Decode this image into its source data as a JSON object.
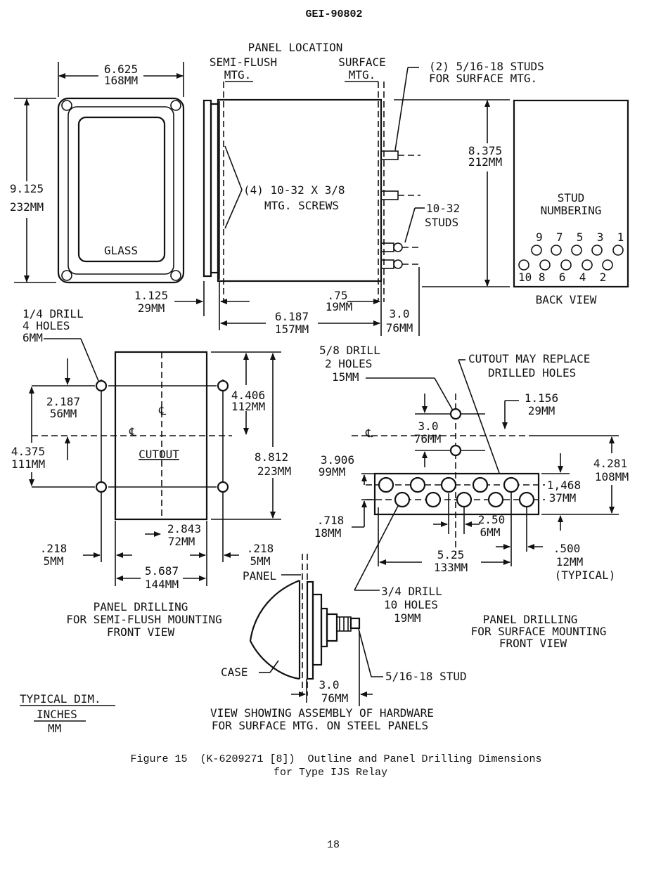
{
  "header": {
    "doc_id": "GEI-90802"
  },
  "top": {
    "panel_location": "PANEL LOCATION",
    "semi_flush_1": "SEMI-FLUSH",
    "semi_flush_2": "MTG.",
    "surface_1": "SURFACE",
    "surface_2": "MTG.",
    "studs_1": "(2) 5/16-18 STUDS",
    "studs_2": "FOR SURFACE MTG.",
    "width_in": "6.625",
    "width_mm": "168MM",
    "height_in": "9.125",
    "height_mm": "232MM",
    "glass": "GLASS",
    "screws_1": "(4) 10-32 X 3/8",
    "screws_2": "MTG. SCREWS",
    "studs1032_1": "10-32",
    "studs1032_2": "STUDS",
    "side_h_in": "8.375",
    "side_h_mm": "212MM",
    "flange_in": "1.125",
    "flange_mm": "29MM",
    "depth_in": "6.187",
    "depth_mm": "157MM",
    "d75_in": ".75",
    "d75_mm": "19MM",
    "d3_in": "3.0",
    "d3_mm": "76MM",
    "stud_numbering_1": "STUD",
    "stud_numbering_2": "NUMBERING",
    "top_row": "9  7  5  3  1",
    "bottom_row": "10 8  6  4  2",
    "back_view": "BACK VIEW"
  },
  "left": {
    "drill_1": "1/4 DRILL",
    "drill_2": "4 HOLES",
    "drill_3": "6MM",
    "d2187_in": "2.187",
    "d2187_mm": "56MM",
    "d4375_in": "4.375",
    "d4375_mm": "111MM",
    "d4406_in": "4.406",
    "d4406_mm": "112MM",
    "d8812_in": "8.812",
    "d8812_mm": "223MM",
    "cutout": "CUTOUT",
    "d2843_in": "2.843",
    "d2843_mm": "72MM",
    "d218a_in": ".218",
    "d218a_mm": "5MM",
    "d218b_in": ".218",
    "d218b_mm": "5MM",
    "d5687_in": "5.687",
    "d5687_mm": "144MM",
    "title_1": "PANEL DRILLING",
    "title_2": "FOR SEMI-FLUSH MOUNTING",
    "title_3": "FRONT VIEW"
  },
  "right": {
    "drill_1": "5/8 DRILL",
    "drill_2": "2 HOLES",
    "drill_3": "15MM",
    "cutout_1": "CUTOUT MAY REPLACE",
    "cutout_2": "DRILLED HOLES",
    "d1156_in": "1.156",
    "d1156_mm": "29MM",
    "d30_in": "3.0",
    "d30_mm": "76MM",
    "d3906_in": "3.906",
    "d3906_mm": "99MM",
    "d4281_in": "4.281",
    "d4281_mm": "108MM",
    "d1468_in": "1,468",
    "d1468_mm": "37MM",
    "d718_in": ".718",
    "d718_mm": "18MM",
    "d250_in": "2.50",
    "d250_mm": "6MM",
    "d525_in": "5.25",
    "d525_mm": "133MM",
    "d500_in": ".500",
    "d500_mm": "12MM",
    "d500_note": "(TYPICAL)",
    "drill34_1": "3/4 DRILL",
    "drill34_2": "10 HOLES",
    "drill34_3": "19MM",
    "title_1": "PANEL DRILLING",
    "title_2": "FOR SURFACE MOUNTING",
    "title_3": "FRONT VIEW"
  },
  "assembly": {
    "panel": "PANEL",
    "case": "CASE",
    "stud": "5/16-18 STUD",
    "d30_in": "3.0",
    "d30_mm": "76MM",
    "title_1": "VIEW SHOWING ASSEMBLY OF HARDWARE",
    "title_2": "FOR SURFACE MTG. ON STEEL PANELS"
  },
  "legend": {
    "title": "TYPICAL DIM.",
    "inches": "INCHES",
    "mm": "MM"
  },
  "caption": {
    "line1": "Figure 15  (K-6209271 [8])  Outline and Panel Drilling Dimensions",
    "line2": "for Type IJS Relay"
  },
  "footer": {
    "page_number": "18"
  }
}
